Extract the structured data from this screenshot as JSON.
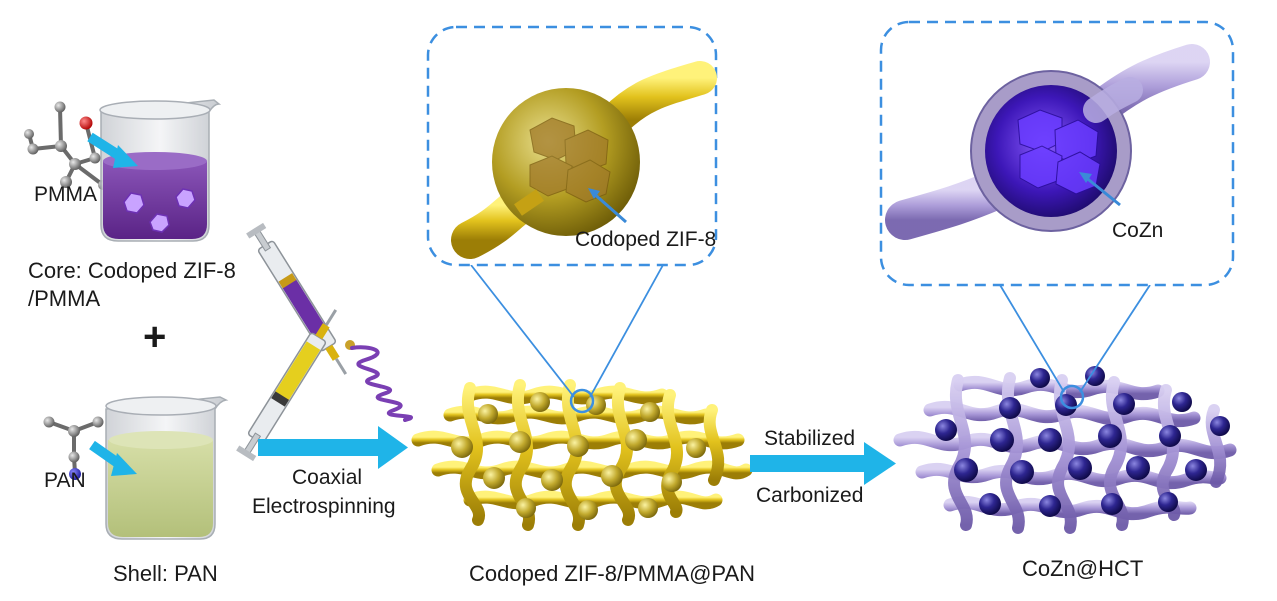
{
  "labels": {
    "pmma": "PMMA",
    "core_line1": "Core: Codoped ZIF-8",
    "core_line2": "/PMMA",
    "plus": "+",
    "pan": "PAN",
    "shell": "Shell: PAN",
    "coaxial": "Coaxial",
    "electrospinning": "Electrospinning",
    "zif8_callout": "Codoped ZIF-8",
    "product1": "Codoped ZIF-8/PMMA@PAN",
    "stabilized": "Stabilized",
    "carbonized": "Carbonized",
    "cozn_callout": "CoZn",
    "product2": "CoZn@HCT"
  },
  "colors": {
    "arrow": "#1fb4e8",
    "core_solution": "#6a2f9c",
    "shell_solution": "#c5d08d",
    "fiber_yellow": "#e0c21b",
    "fiber_purple": "#9b8cc9",
    "sphere_dark": "#2a1e78",
    "callout_border": "#3c8fe0"
  }
}
